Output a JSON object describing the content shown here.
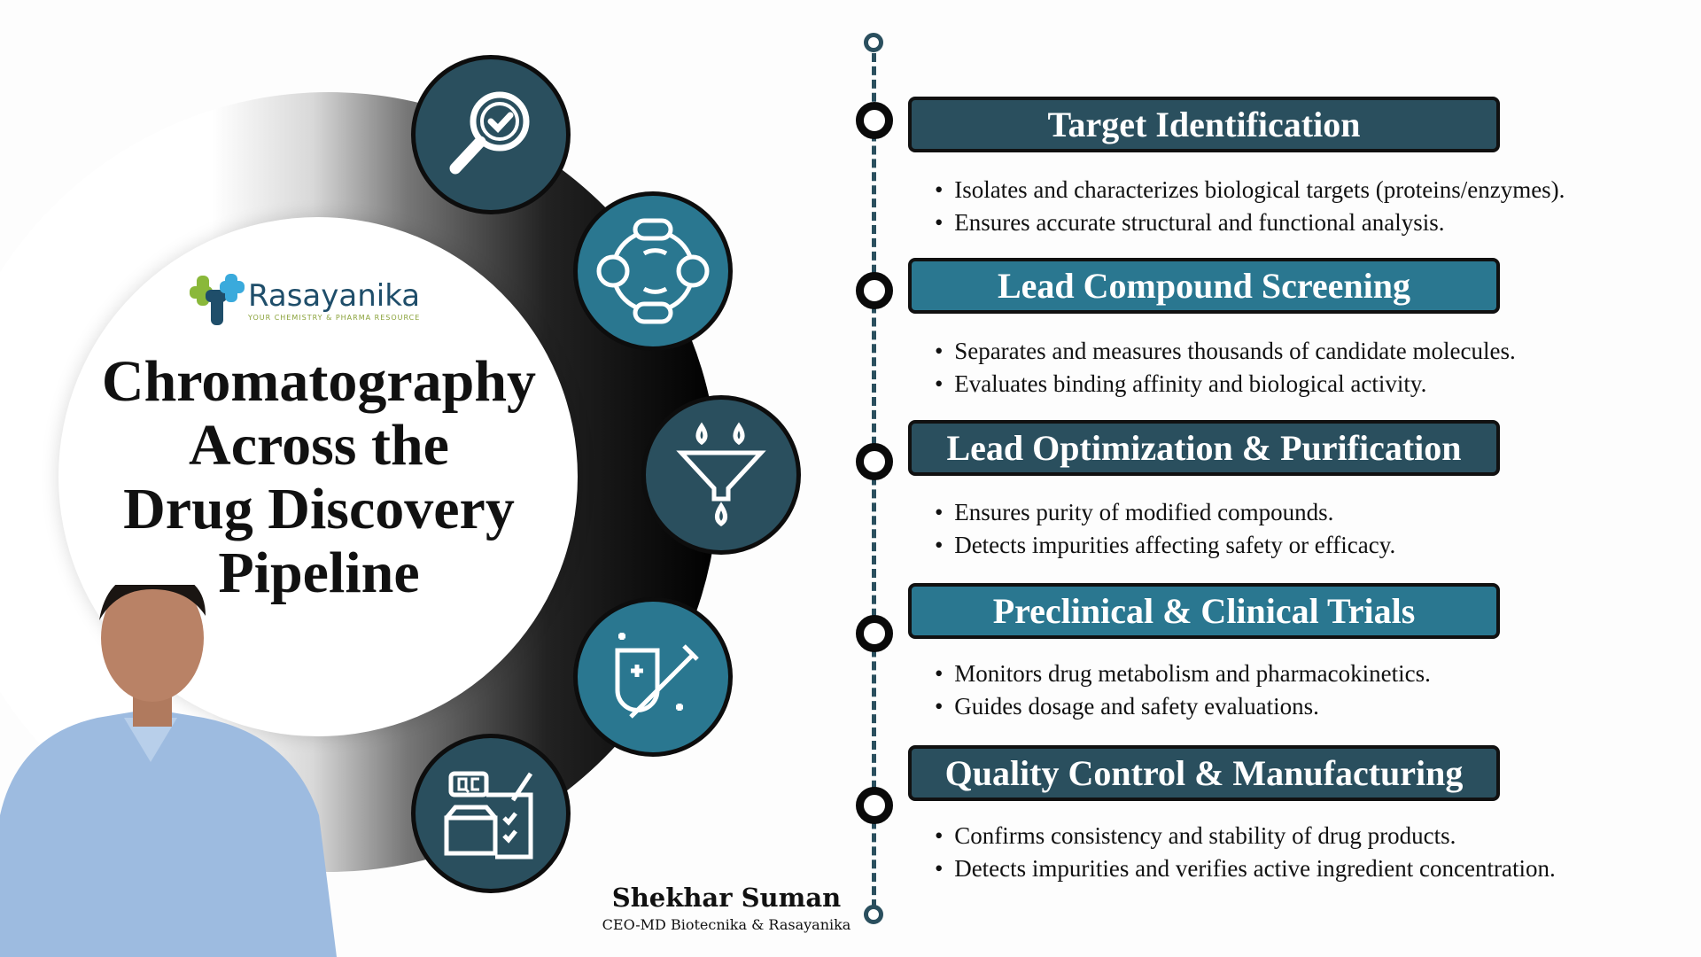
{
  "logo": {
    "name": "Rasayanika",
    "tagline": "YOUR CHEMISTRY & PHARMA RESOURCE"
  },
  "title": [
    "Chromatography",
    "Across the",
    "Drug Discovery",
    "Pipeline"
  ],
  "colors": {
    "dark": "#2a4f5e",
    "light": "#2a7790"
  },
  "icons": [
    "magnifier-check-icon",
    "cycle-pills-icon",
    "funnel-drops-icon",
    "syringe-vial-icon",
    "qc-box-checklist-icon"
  ],
  "stages": [
    {
      "title": "Target Identification",
      "bullets": [
        "Isolates and characterizes biological targets (proteins/enzymes).",
        "Ensures accurate structural and functional analysis."
      ]
    },
    {
      "title": "Lead Compound Screening",
      "bullets": [
        "Separates and measures thousands of candidate molecules.",
        "Evaluates binding affinity and biological activity."
      ]
    },
    {
      "title": "Lead Optimization & Purification",
      "bullets": [
        "Ensures purity of modified compounds.",
        "Detects impurities affecting safety or efficacy."
      ]
    },
    {
      "title": "Preclinical & Clinical Trials",
      "bullets": [
        "Monitors drug metabolism and pharmacokinetics.",
        "Guides dosage and safety evaluations."
      ]
    },
    {
      "title": "Quality Control & Manufacturing",
      "bullets": [
        "Confirms consistency and stability of drug products.",
        "Detects impurities and verifies active ingredient concentration."
      ]
    }
  ],
  "presenter": {
    "name": "Shekhar Suman",
    "role": "CEO-MD Biotecnika & Rasayanika"
  }
}
